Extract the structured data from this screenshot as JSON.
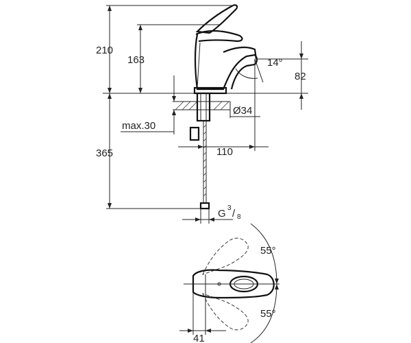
{
  "dimensions": {
    "total_height": "210",
    "spout_height": "163",
    "spout_angle": "14°",
    "outlet_height": "82",
    "hole_diameter": "Ø34",
    "max_thickness": "max.30",
    "hose_length": "365",
    "spout_reach": "110",
    "connection_thread": "G",
    "thread_numerator": "3",
    "thread_denominator": "8",
    "lever_angle_top": "55°",
    "lever_angle_bottom": "55°",
    "body_width": "41"
  },
  "colors": {
    "line": "#222222",
    "background": "#ffffff"
  }
}
